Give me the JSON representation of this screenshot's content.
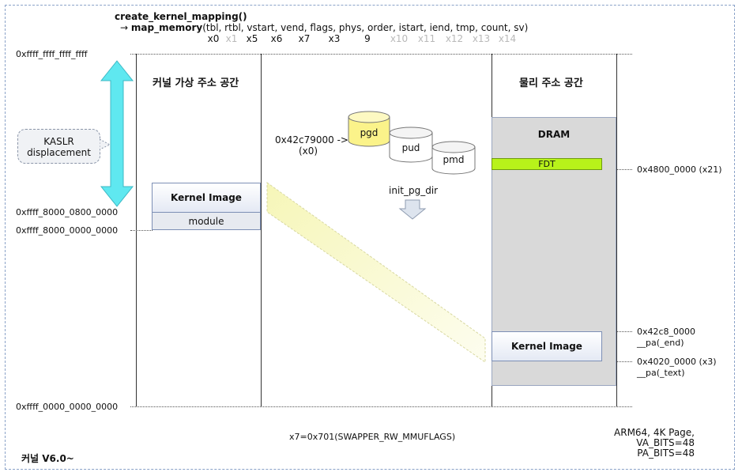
{
  "header": {
    "func_call": "create_kernel_mapping()",
    "arrow": "→",
    "map_func": "map_memory",
    "map_args": "(tbl, rtbl, vstart, vend, flags, phys, order, istart, iend, tmp, count, sv)",
    "registers": [
      {
        "label": "x0",
        "active": true
      },
      {
        "label": "x1",
        "active": false
      },
      {
        "label": "x5",
        "active": true
      },
      {
        "label": "x6",
        "active": true
      },
      {
        "label": "x7",
        "active": true
      },
      {
        "label": "x3",
        "active": true
      },
      {
        "label": "9",
        "active": true
      },
      {
        "label": "x10",
        "active": false
      },
      {
        "label": "x11",
        "active": false
      },
      {
        "label": "x12",
        "active": false
      },
      {
        "label": "x13",
        "active": false
      },
      {
        "label": "x14",
        "active": false
      }
    ]
  },
  "left_axis": {
    "top_addr": "0xffff_ffff_ffff_ffff",
    "kernel_start_addr": "0xffff_8000_0800_0000",
    "module_start_addr": "0xffff_8000_0000_0000",
    "bottom_addr": "0xffff_0000_0000_0000",
    "kaslr_label_line1": "KASLR",
    "kaslr_label_line2": "displacement"
  },
  "virtual_space": {
    "title": "커널 가상 주소 공간",
    "kernel_image": "Kernel Image",
    "module": "module"
  },
  "page_tables": {
    "pgd": "pgd",
    "pud": "pud",
    "pmd": "pmd",
    "pgd_addr": "0x42c79000 ->",
    "pgd_reg": "(x0)",
    "init_label": "init_pg_dir"
  },
  "physical_space": {
    "title": "물리 주소 공간",
    "dram": "DRAM",
    "fdt": "FDT",
    "kernel_image": "Kernel Image",
    "fdt_addr": "0x4800_0000  (x21)",
    "end_addr": "0x42c8_0000",
    "end_sym": "__pa(_end)",
    "text_addr": "0x4020_0000  (x3)",
    "text_sym": "__pa(_text)"
  },
  "footer": {
    "flags_note": "x7=0x701(SWAPPER_RW_MMUFLAGS)",
    "arch_line1": "ARM64, 4K Page,",
    "arch_line2": "VA_BITS=48",
    "arch_line3": "PA_BITS=48",
    "version": "커널 V6.0~"
  },
  "colors": {
    "kaslr_arrow": "#5fe8f0",
    "pgd_fill": "#fbf38a",
    "fdt_fill": "#b8f21a",
    "dram_fill": "#d9d9d9",
    "mapping_band": "#fbfbd8"
  }
}
